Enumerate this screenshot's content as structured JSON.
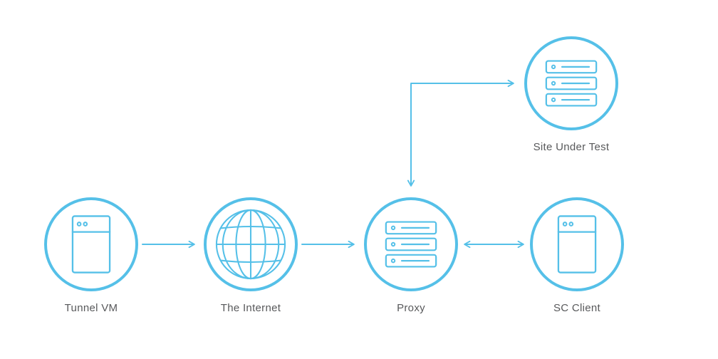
{
  "diagram": {
    "type": "network-flow",
    "accent_color": "#55c0e8",
    "label_color": "#58595b",
    "background_color": "#ffffff",
    "nodes": [
      {
        "id": "tunnel-vm",
        "label": "Tunnel VM",
        "icon": "tower-server-icon"
      },
      {
        "id": "the-internet",
        "label": "The Internet",
        "icon": "globe-icon"
      },
      {
        "id": "proxy",
        "label": "Proxy",
        "icon": "server-stack-icon"
      },
      {
        "id": "sc-client",
        "label": "SC Client",
        "icon": "tower-server-icon"
      },
      {
        "id": "site-under-test",
        "label": "Site Under Test",
        "icon": "server-stack-icon"
      }
    ],
    "edges": [
      {
        "from": "tunnel-vm",
        "to": "the-internet",
        "arrows": "forward",
        "shape": "straight"
      },
      {
        "from": "the-internet",
        "to": "proxy",
        "arrows": "forward",
        "shape": "straight"
      },
      {
        "from": "proxy",
        "to": "sc-client",
        "arrows": "both",
        "shape": "straight"
      },
      {
        "from": "proxy",
        "to": "site-under-test",
        "arrows": "both",
        "shape": "elbow"
      }
    ]
  }
}
